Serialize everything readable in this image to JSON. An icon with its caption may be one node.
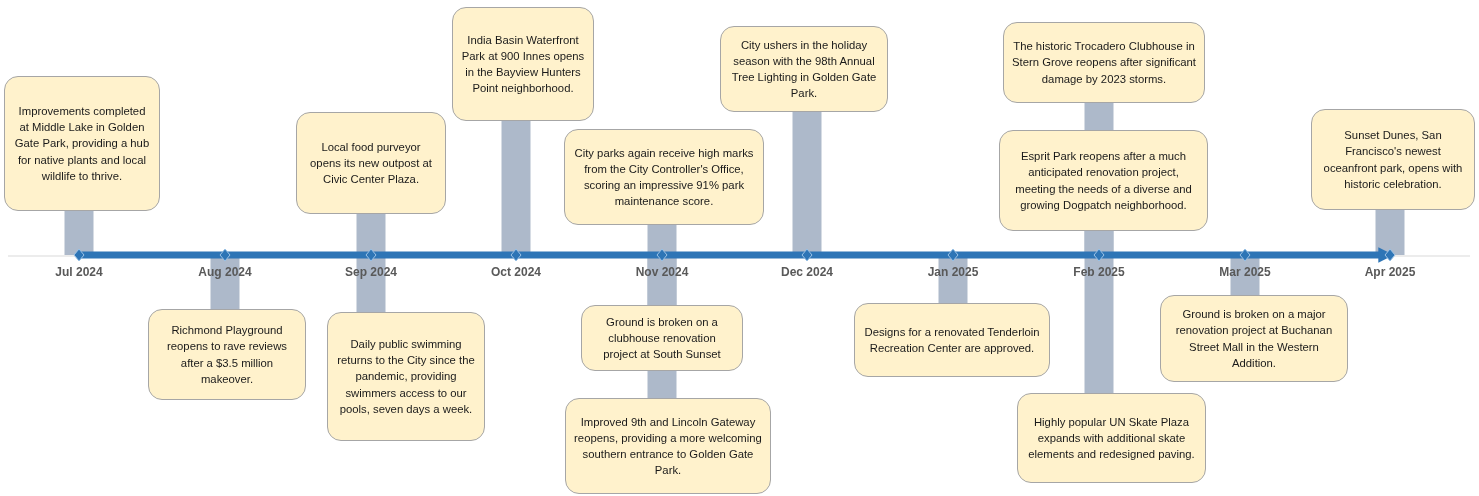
{
  "diagram": {
    "nodes": [
      {
        "text": [
          "Improvements completed at Middle Lake in Golden Gate Park, providing a hub for native plants and local wildlife to thrive."
        ]
      },
      {
        "text": [
          "Richmond Playground reopens to rave reviews after a $3.5 million makeover."
        ]
      },
      {
        "text": [
          "Local food purveyor opens its new outpost at Civic Center Plaza."
        ]
      },
      {
        "text": [
          "Daily public swimming returns to the City since the pandemic, providing swimmers access to our pools, seven days a week."
        ]
      },
      {
        "text": [
          "India Basin Waterfront Park at 900 Innes opens in the Bayview Hunters Point neighborhood."
        ]
      },
      {
        "text": [
          "City parks again receive high marks from the City Controller's Office, scoring an impressive 91% park maintenance score."
        ]
      },
      {
        "text": [
          "Ground is broken on a clubhouse renovation project at South Sunset"
        ]
      },
      {
        "text": [
          "Improved 9th and Lincoln Gateway reopens, providing a more welcoming southern entrance to Golden Gate Park."
        ]
      },
      {
        "text": [
          "City ushers in the holiday season with the 98th Annual Tree Lighting in Golden Gate Park."
        ]
      },
      {
        "text": [
          "Designs for a renovated Tenderloin Recreation Center are approved."
        ]
      },
      {
        "text": [
          "The historic Trocadero Clubhouse in Stern Grove reopens after significant damage by 2023 storms."
        ]
      },
      {
        "text": [
          "Esprit Park reopens after a much anticipated renovation project, meeting the needs of a diverse and growing Dogpatch neighborhood."
        ]
      },
      {
        "text": [
          "Highly popular UN Skate Plaza expands with additional skate elements and redesigned paving."
        ]
      },
      {
        "text": [
          "Ground is broken on a major renovation project at Buchanan Street Mall in the Western Addition."
        ]
      },
      {
        "text": [
          "Sunset Dunes, San Francisco's newest oceanfront park, opens with historic celebration."
        ]
      }
    ],
    "labels": [
      "Jul 2024",
      "Aug 2024",
      "Sep 2024",
      "Oct 2024",
      "Nov 2024",
      "Dec 2024",
      "Jan 2025",
      "Feb 2025",
      "Mar 2025",
      "Apr 2025"
    ]
  }
}
